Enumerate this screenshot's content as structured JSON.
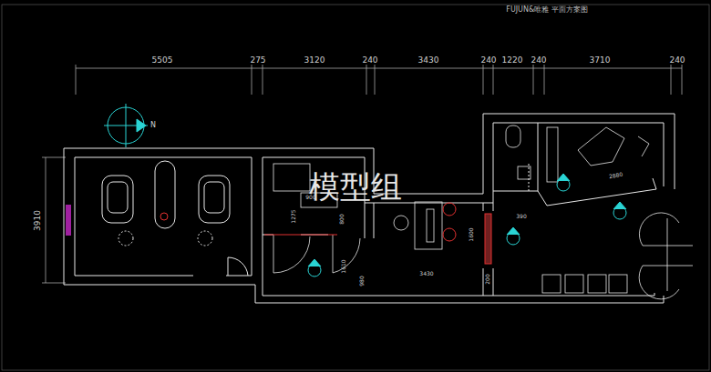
{
  "diagram": {
    "title": "FUJUN&唯雅 平面方案图",
    "labels": [
      "5505",
      "275",
      "3120",
      "240",
      "3430",
      "240",
      "1220",
      "240",
      "3710",
      "240",
      "3910",
      "N",
      "模型组",
      "900",
      "1275",
      "800",
      "1610",
      "980",
      "3430",
      "200",
      "1600",
      "390",
      "2880"
    ]
  }
}
